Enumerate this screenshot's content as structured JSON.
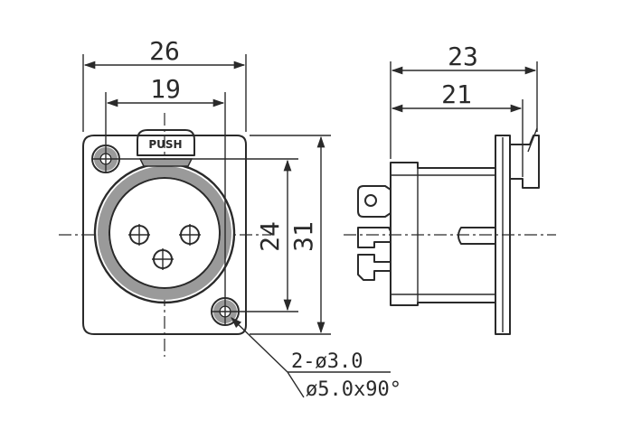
{
  "front_view": {
    "dim_width_outer": "26",
    "dim_width_holes": "19",
    "dim_height_holes": "24",
    "dim_height_outer": "31",
    "latch_label": "PUSH"
  },
  "hole_callout": {
    "line1": "2-ø3.0",
    "line2": "ø5.0x90°"
  },
  "side_view": {
    "dim_depth_outer": "23",
    "dim_depth_inner": "21"
  }
}
